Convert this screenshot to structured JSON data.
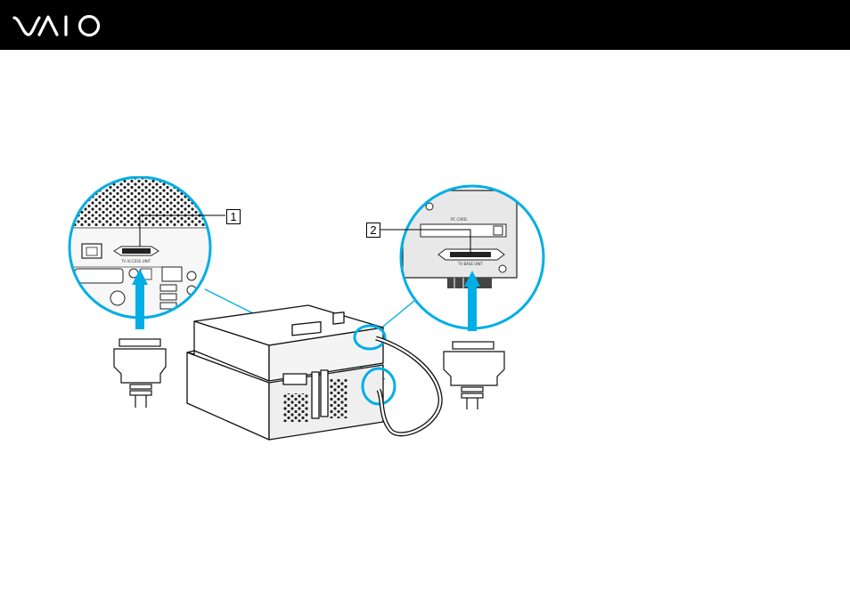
{
  "header": {
    "brand": "VAIO",
    "background": "#000000",
    "logo_color": "#ffffff"
  },
  "figure": {
    "callouts": [
      "1",
      "2"
    ],
    "port_labels": {
      "left_port": "TV ACCESS UNIT",
      "right_top": "PC CARD",
      "right_port": "TV BASE UNIT"
    },
    "accent_color": "#00aee6"
  }
}
